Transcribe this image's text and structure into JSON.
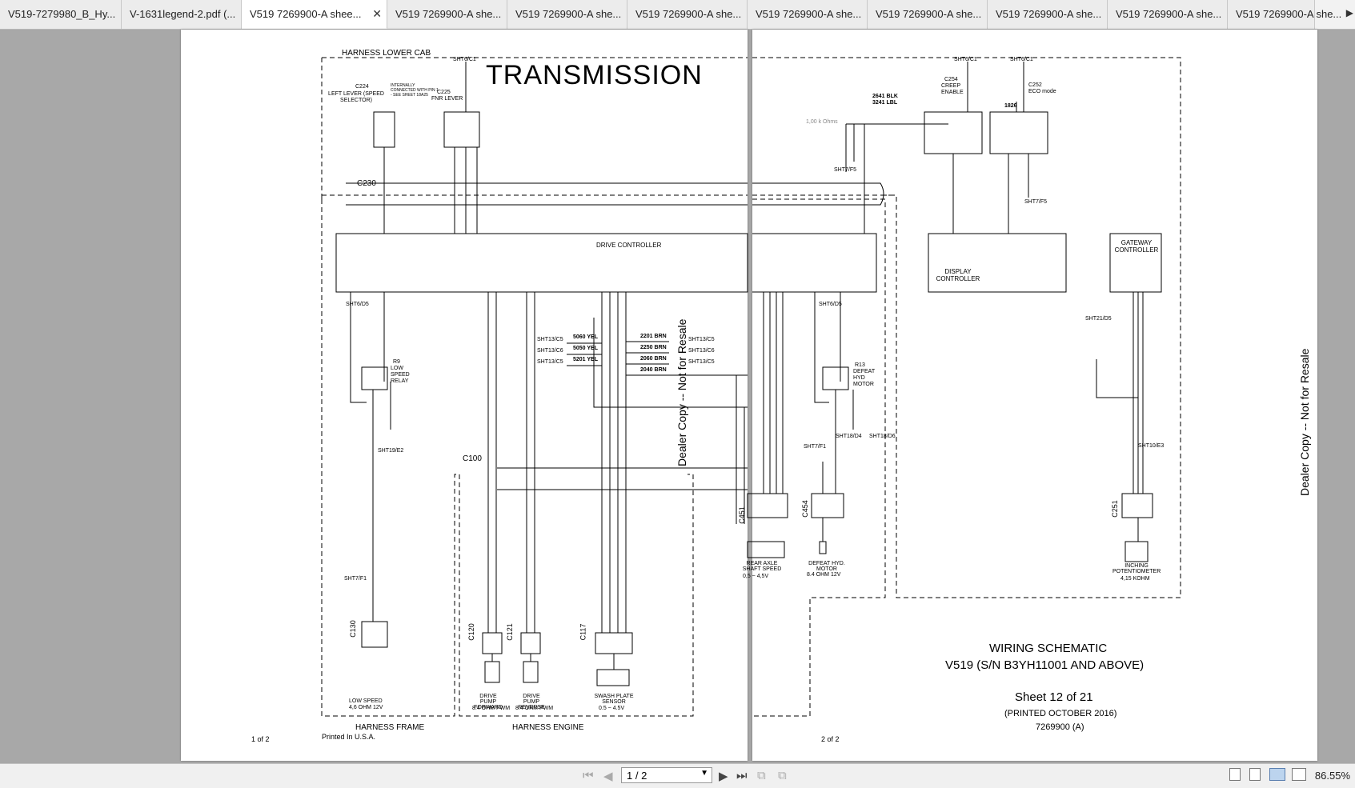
{
  "tabs": [
    {
      "label": "V519-7279980_B_Hy..."
    },
    {
      "label": "V-1631legend-2.pdf (..."
    },
    {
      "label": "V519 7269900-A shee...",
      "active": true
    },
    {
      "label": "V519 7269900-A she..."
    },
    {
      "label": "V519 7269900-A she..."
    },
    {
      "label": "V519 7269900-A she..."
    },
    {
      "label": "V519 7269900-A she..."
    },
    {
      "label": "V519 7269900-A she..."
    },
    {
      "label": "V519 7269900-A she..."
    },
    {
      "label": "V519 7269900-A she..."
    },
    {
      "label": "V519 7269900-A she..."
    }
  ],
  "doc": {
    "title": "TRANSMISSION",
    "harness_lower_cab": "HARNESS LOWER CAB",
    "harness_frame": "HARNESS FRAME",
    "harness_engine": "HARNESS ENGINE",
    "page_left_num": "1 of 2",
    "page_right_num": "2 of 2",
    "printed": "Printed In U.S.A.",
    "watermark": "Dealer Copy -- Not for Resale",
    "drive_controller": "DRIVE CONTROLLER",
    "display_controller": "DISPLAY CONTROLLER",
    "gateway_controller": "GATEWAY CONTROLLER",
    "c224": "C224",
    "c224_desc": "LEFT LEVER (SPEED SELECTOR)",
    "c224_note": "INTERNALLY CONNECTED WITH PIN 1 - SEE SHEET 18A25",
    "c225": "C225",
    "c225_desc": "FNR LEVER",
    "c230": "C230",
    "c100": "C100",
    "c130": "C130",
    "c120": "C120",
    "c121": "C121",
    "c117": "C117",
    "c451": "C451",
    "c454": "C454",
    "c251": "C251",
    "c254": "C254",
    "c254_desc": "CREEP ENABLE",
    "c252": "C252",
    "c252_desc": "ECO mode",
    "r9": "R9",
    "r9_desc": "LOW SPEED RELAY",
    "r13": "R13",
    "r13_desc": "DEFEAT HYD MOTOR",
    "low_speed": "LOW SPEED",
    "low_speed_spec": "4,6 OHM 12V",
    "pump_fwd": "DRIVE PUMP FORWARD",
    "pump_rev": "DRIVE PUMP REVERSE",
    "pump_spec": "8.4 OHM PWM",
    "swash": "SWASH PLATE SENSOR",
    "swash_spec": "0.5 ~ 4.5V",
    "rear_axle": "REAR AXLE SHAFT SPEED",
    "rear_axle_spec": "0,5 ~ 4,5V",
    "defeat_motor": "DEFEAT HYD. MOTOR",
    "defeat_motor_spec": "8.4 OHM 12V",
    "inching": "INCHING POTENTIOMETER",
    "inching_spec": "4,15 KOHM",
    "resistor": "1,00 k Ohms",
    "wiring_schematic": "WIRING SCHEMATIC",
    "model": "V519 (S/N B3YH11001 AND ABOVE)",
    "sheet": "Sheet 12 of 21",
    "printed_date": "(PRINTED OCTOBER 2016)",
    "doc_number": "7269900 (A)",
    "refs": {
      "sht6_c1_a": "SHT6/C1",
      "sht6_c1_b": "SHT6/C1",
      "sht6_c1_c": "SHT6/C1",
      "sht6_d5_a": "SHT6/D5",
      "sht6_d5_b": "SHT6/D5",
      "sht19_e2": "SHT19/E2",
      "sht7_f1_a": "SHT7/F1",
      "sht7_f1_b": "SHT7/F1",
      "sht7_f5_a": "SHT7/F5",
      "sht7_f5_b": "SHT7/F5",
      "sht13_c5_a": "SHT13/C5",
      "sht13_c6": "SHT13/C6",
      "sht13_c5_b": "SHT13/C5",
      "sht13_c5_c": "SHT13/C5",
      "sht13_c6_b": "SHT13/C6",
      "sht13_c5_d": "SHT13/C5",
      "sht18_d4": "SHT18/D4",
      "sht18_d6": "SHT18/D6",
      "sht21_d5": "SHT21/D5",
      "sht10_e3": "SHT10/E3"
    },
    "wires": {
      "w5060": "5060 YEL",
      "w5050": "5050 YEL",
      "w5201": "5201 YEL",
      "w2201": "2201 BRN",
      "w2250": "2250 BRN",
      "w2060": "2060 BRN",
      "w2040": "2040 BRN",
      "w2641": "2641 BLK",
      "w3241": "3241 LBL",
      "w1826": "1826"
    }
  },
  "toolbar": {
    "page_value": "1 / 2",
    "zoom": "86.55%"
  }
}
